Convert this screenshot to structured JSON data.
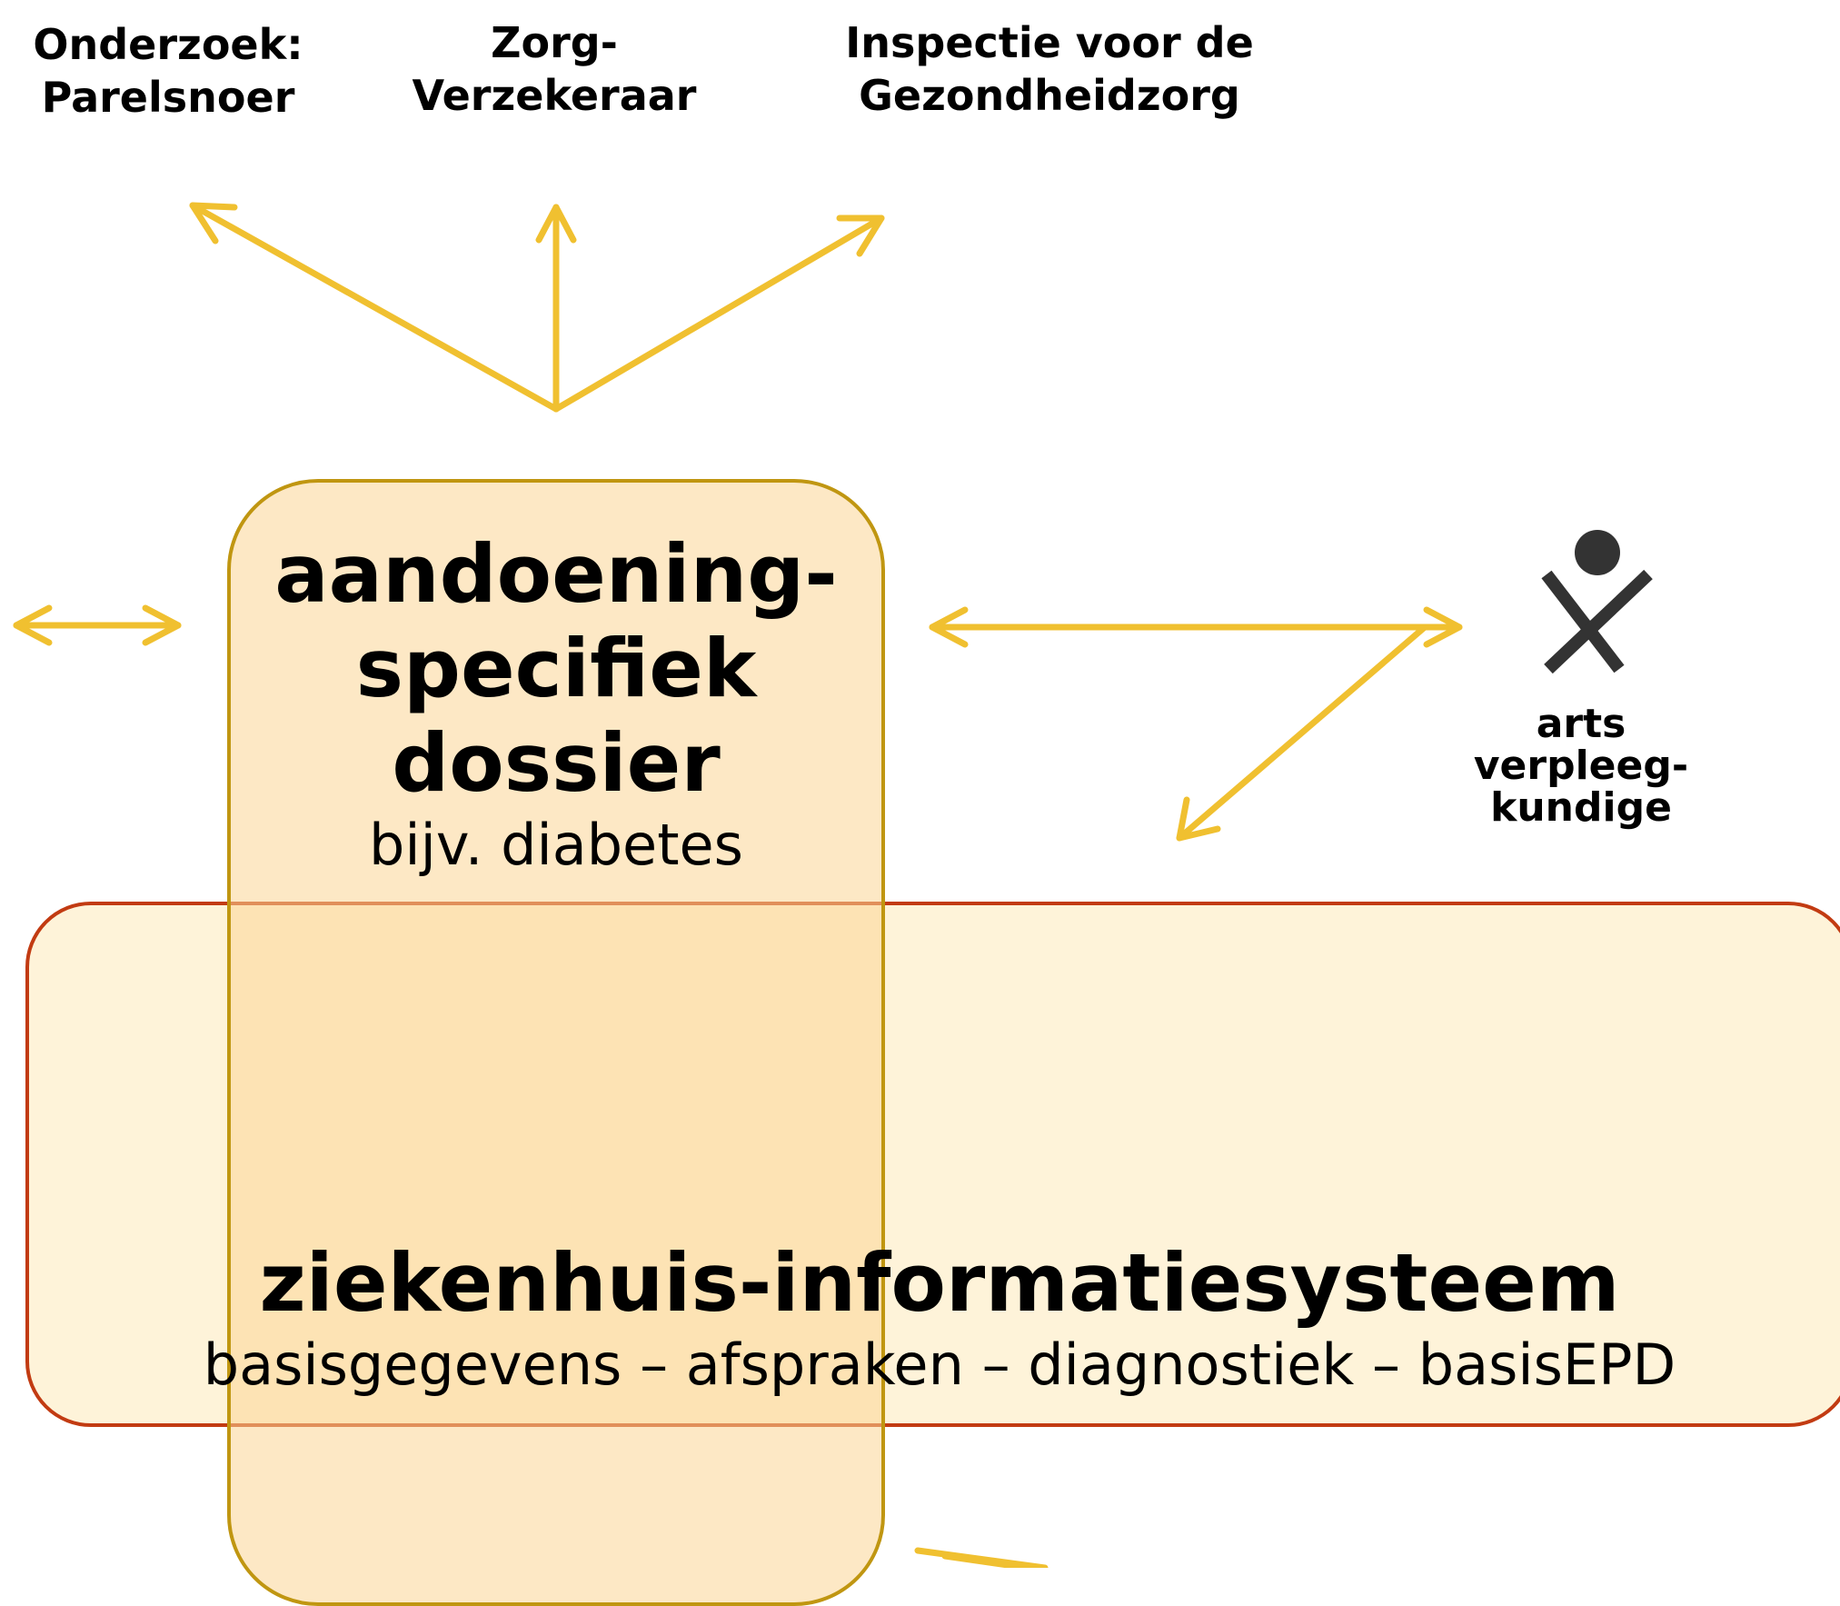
{
  "top_labels": {
    "research": [
      "Onderzoek:",
      "Parelsnoer"
    ],
    "insurer": [
      "Zorg-",
      "Verzekeraar"
    ],
    "inspection": [
      "Inspectie voor de",
      "Gezondheidzorg"
    ]
  },
  "disease_dossier": {
    "title_lines": [
      "aandoening-",
      "specifiek",
      "dossier"
    ],
    "subtitle": "bijv. diabetes"
  },
  "hospital_system": {
    "title": "ziekenhuis-informatiesysteem",
    "subtitle": "basisgegevens – afspraken – diagnostiek – basisEPD"
  },
  "person": {
    "icon": "person-icon",
    "label_lines": [
      "arts",
      "verpleeg-",
      "kundige"
    ]
  },
  "colors": {
    "arrow": "#f0c030",
    "dossier_fill": "#fbd696",
    "dossier_border": "#c09611",
    "his_fill": "#fdecc4",
    "his_border": "#c23b12",
    "icon": "#333333"
  }
}
